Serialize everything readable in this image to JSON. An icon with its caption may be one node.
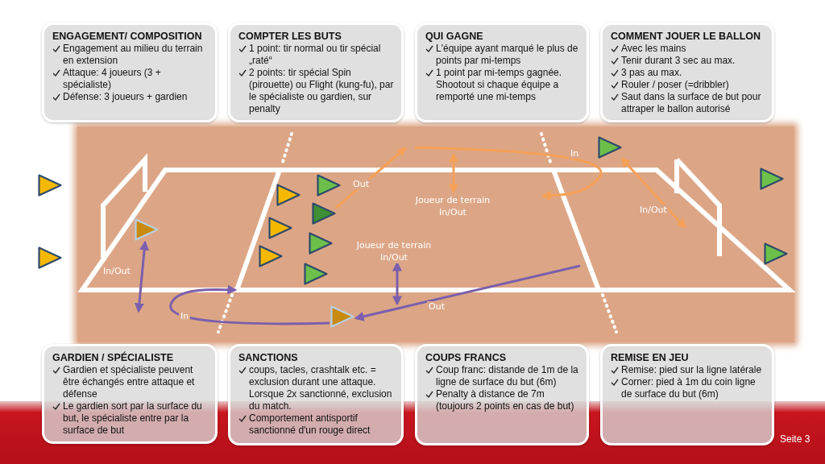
{
  "diagram": {
    "nodes": [
      {
        "text": [
          "ENGAGEMENT/ COMPOSITION",
          "Engagement au milieu du terrain en extension",
          "Attaque: 4 joueurs (3 + spécialiste)",
          "Défense: 3 joueurs + gardien"
        ]
      },
      {
        "text": [
          "COMPTER LES BUTS",
          "1 point: tir normal ou tir spécial „raté“",
          "2 points: tir spécial Spin (pirouette) ou Flight (kung-fu), par le spécialiste ou gardien, sur penalty"
        ]
      },
      {
        "text": [
          "QUI GAGNE",
          "L'équipe ayant marqué le plus de points par mi-temps",
          "1 point par mi-temps gagnée. Shootout si chaque équipe a remporté une mi-temps"
        ]
      },
      {
        "text": [
          "COMMENT JOUER LE BALLON",
          "Avec les mains",
          "Tenir durant 3 sec au max.",
          "3 pas au max.",
          "Rouler / poser (=dribbler)",
          "Saut dans la surface de but pour attraper le ballon autorisé"
        ]
      },
      {
        "text": [],
        "shape": "triangle"
      },
      {
        "text": [],
        "shape": "triangle"
      },
      {
        "text": [],
        "shape": "triangle"
      },
      {
        "text": [],
        "shape": "triangle"
      },
      {
        "text": [],
        "shape": "triangle"
      },
      {
        "text": [],
        "shape": "triangle"
      },
      {
        "text": [],
        "shape": "triangle"
      },
      {
        "text": [],
        "shape": "triangle"
      },
      {
        "text": [],
        "shape": "triangle"
      },
      {
        "text": [],
        "shape": "triangle"
      },
      {
        "text": [],
        "shape": "triangle"
      },
      {
        "text": [],
        "shape": "triangle"
      },
      {
        "text": [],
        "shape": "triangle"
      },
      {
        "text": [],
        "shape": "triangle"
      },
      {
        "text": [
          "GARDIEN / SPÉCIALISTE",
          "Gardien et spécialiste peuvent être échangés entre attaque et défense",
          "Le gardien sort par la surface du but, le spécialiste entre par la surface de but"
        ]
      },
      {
        "text": [
          "SANCTIONS",
          "coups, tacles, crashtalk etc. = exclusion durant une attaque. Lorsque 2x sanctionné, exclusion du match.",
          "Comportement antisportif sanctionné d'un rouge direct"
        ]
      },
      {
        "text": [
          "COUPS FRANCS",
          "Coup franc: distande de 1m de la ligne de surface du but (6m)",
          "Penalty à distance de 7m (toujours 2 points en cas de but)"
        ]
      },
      {
        "text": [
          "REMISE EN JEU",
          "Remise: pied sur la ligne latérale",
          "Corner: pied à 1m du coin ligne de surface du but (6m)"
        ]
      }
    ],
    "edges": [
      {
        "from": 6,
        "to": null,
        "arrow": "both",
        "label": "In/Out",
        "color": "#7b5fac"
      },
      {
        "from": 14,
        "to": null,
        "arrow": "to",
        "label": "In",
        "color": "#7b5fac"
      },
      {
        "from": null,
        "to": 14,
        "arrow": "to",
        "label": "Out",
        "color": "#7b5fac"
      },
      {
        "from": 12,
        "to": null,
        "arrow": "to",
        "label": "Out",
        "color": "#f4a056"
      },
      {
        "from": 15,
        "to": null,
        "arrow": "both",
        "label": "In/Out",
        "color": "#f4a056"
      }
    ],
    "labels": [
      "In",
      "Joueur de terrain In/Out",
      "Joueur de terrain In/Out",
      "Seite 3"
    ]
  }
}
